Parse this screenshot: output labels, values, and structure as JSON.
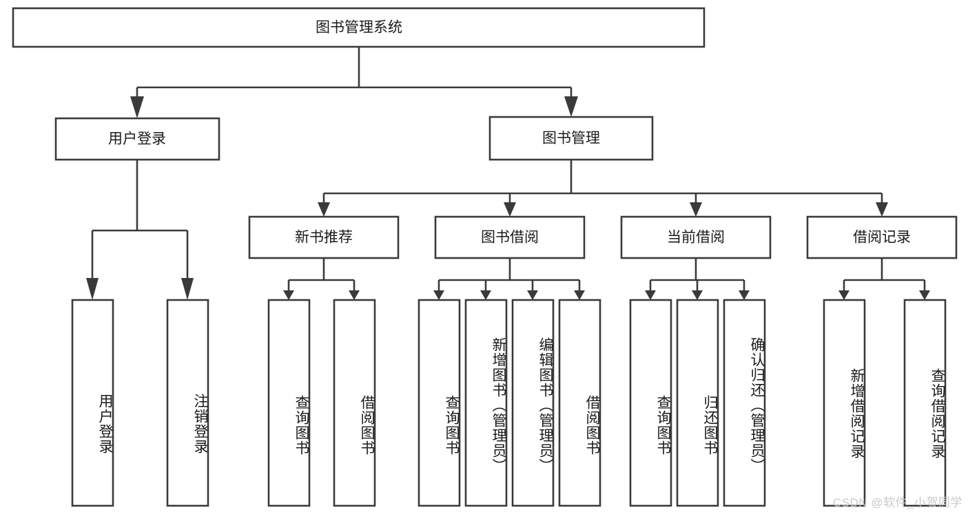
{
  "diagram": {
    "title": "图书管理系统",
    "type": "hierarchy-tree",
    "orientation": "top-down",
    "levels": 4,
    "colors": {
      "box_stroke": "#3a3a3a",
      "box_fill": "#ffffff",
      "connector": "#3a3a3a",
      "text": "#1a1a1a",
      "background": "#ffffff",
      "watermark": "#c9c9c9"
    },
    "root": {
      "id": "root",
      "label": "图书管理系统"
    },
    "level2": [
      {
        "id": "user-login",
        "label": "用户登录"
      },
      {
        "id": "book-manage",
        "label": "图书管理"
      }
    ],
    "level3": [
      {
        "id": "new-book-recommend",
        "label": "新书推荐",
        "parent": "book-manage"
      },
      {
        "id": "book-borrow",
        "label": "图书借阅",
        "parent": "book-manage"
      },
      {
        "id": "current-borrow",
        "label": "当前借阅",
        "parent": "book-manage"
      },
      {
        "id": "borrow-record",
        "label": "借阅记录",
        "parent": "book-manage"
      }
    ],
    "leaves": {
      "user-login": [
        {
          "id": "leaf-user-login",
          "label": "用户登录"
        },
        {
          "id": "leaf-logout-login",
          "label": "注销登录"
        }
      ],
      "new-book-recommend": [
        {
          "id": "leaf-query-book-1",
          "label": "查询图书"
        },
        {
          "id": "leaf-borrow-book-1",
          "label": "借阅图书"
        }
      ],
      "book-borrow": [
        {
          "id": "leaf-query-book-2",
          "label": "查询图书"
        },
        {
          "id": "leaf-add-book",
          "label": "新增图书（管理员）"
        },
        {
          "id": "leaf-edit-book",
          "label": "编辑图书（管理员）"
        },
        {
          "id": "leaf-borrow-book-2",
          "label": "借阅图书"
        }
      ],
      "current-borrow": [
        {
          "id": "leaf-query-book-3",
          "label": "查询图书"
        },
        {
          "id": "leaf-return-book",
          "label": "归还图书"
        },
        {
          "id": "leaf-confirm-return",
          "label": "确认归还（管理员）"
        }
      ],
      "borrow-record": [
        {
          "id": "leaf-add-record",
          "label": "新增借阅记录"
        },
        {
          "id": "leaf-query-record",
          "label": "查询借阅记录"
        }
      ]
    }
  },
  "watermark": {
    "text": "CSDN @软件_小贺同学"
  }
}
